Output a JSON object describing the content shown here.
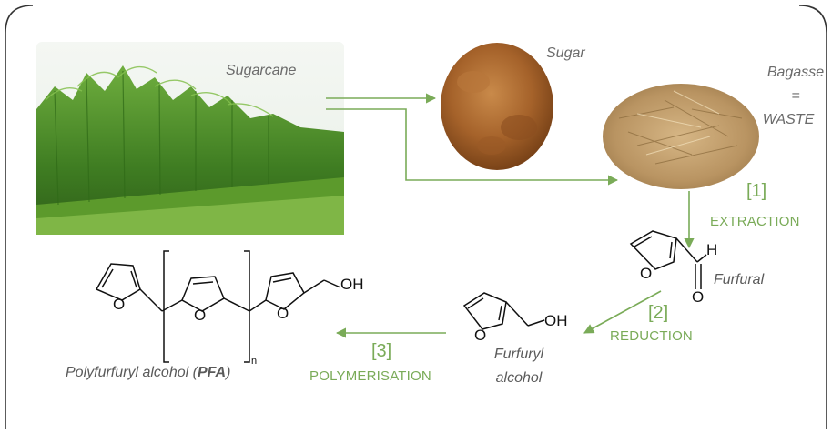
{
  "labels": {
    "sugarcane": "Sugarcane",
    "sugar": "Sugar",
    "bagasse": "Bagasse",
    "equals": "=",
    "waste": "WASTE",
    "furfural": "Furfural",
    "furfuryl_line1": "Furfuryl",
    "furfuryl_line2": "alcohol",
    "pfa_prefix": "Polyfurfuryl alcohol (",
    "pfa_bold": "PFA",
    "pfa_suffix": ")"
  },
  "steps": [
    {
      "num": "[1]",
      "name": "EXTRACTION"
    },
    {
      "num": "[2]",
      "name": "REDUCTION"
    },
    {
      "num": "[3]",
      "name": "POLYMERISATION"
    }
  ],
  "atoms": {
    "furfural_o_ring": "O",
    "furfural_h": "H",
    "furfural_o_carbonyl": "O",
    "furfuryl_o_ring": "O",
    "furfuryl_oh": "OH",
    "pfa_o1": "O",
    "pfa_o2": "O",
    "pfa_o3": "O",
    "pfa_oh": "OH",
    "pfa_n": "n"
  },
  "colors": {
    "arrow_green": "#7aab58",
    "label_grey": "#6b6b6b"
  }
}
